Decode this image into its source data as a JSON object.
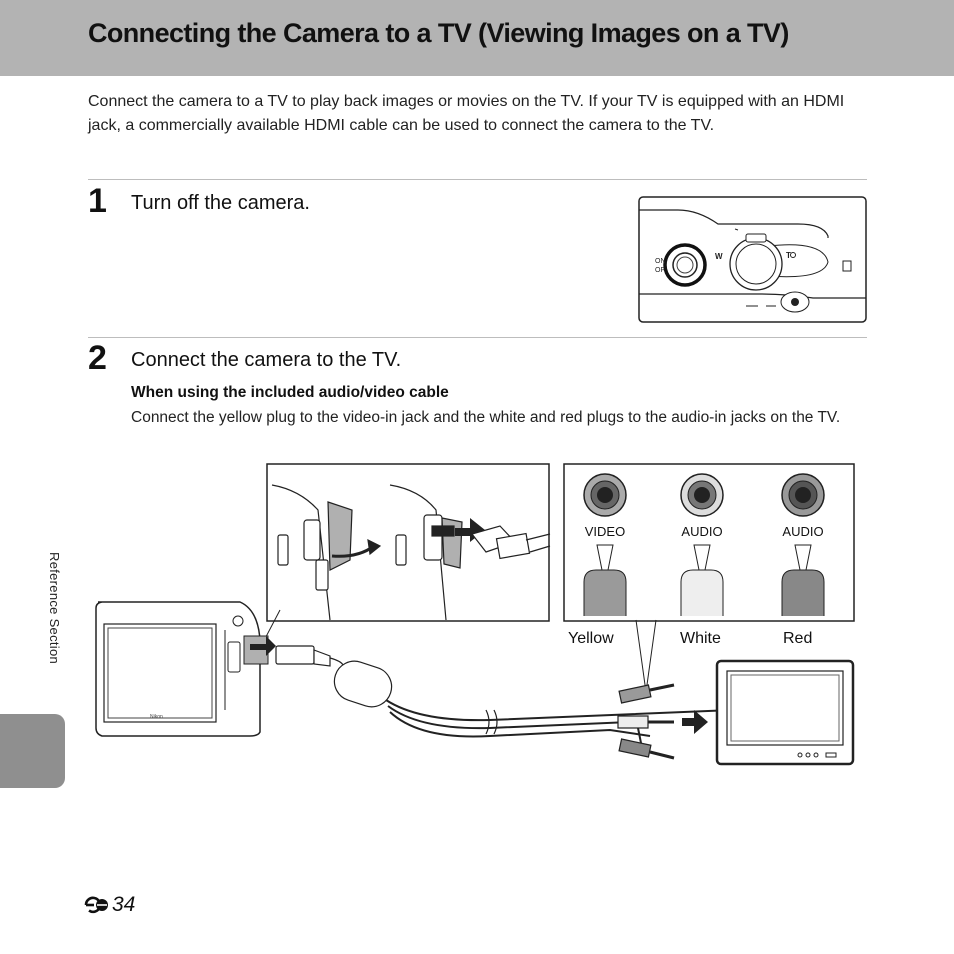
{
  "page": {
    "title": "Connecting the Camera to a TV (Viewing Images on a TV)",
    "intro": "Connect the camera to a TV to play back images or movies on the TV. If your TV is equipped with an HDMI jack, a commercially available HDMI cable can be used to connect the camera to the TV."
  },
  "steps": [
    {
      "number": "1",
      "text": "Turn off the camera."
    },
    {
      "number": "2",
      "text": "Connect the camera to the TV.",
      "subheading": "When using the included audio/video cable",
      "body": "Connect the yellow plug to the video-in jack and the white and red plugs to the audio-in jacks on the TV."
    }
  ],
  "camera_panel": {
    "on_off_label": "ON\nOFF",
    "zoom_w": "W",
    "zoom_t": "T"
  },
  "jacks": {
    "labels": [
      "VIDEO",
      "AUDIO",
      "AUDIO"
    ],
    "colors": [
      "Yellow",
      "White",
      "Red"
    ]
  },
  "sidebar": {
    "label": "Reference Section"
  },
  "footer": {
    "page_number": "34"
  }
}
